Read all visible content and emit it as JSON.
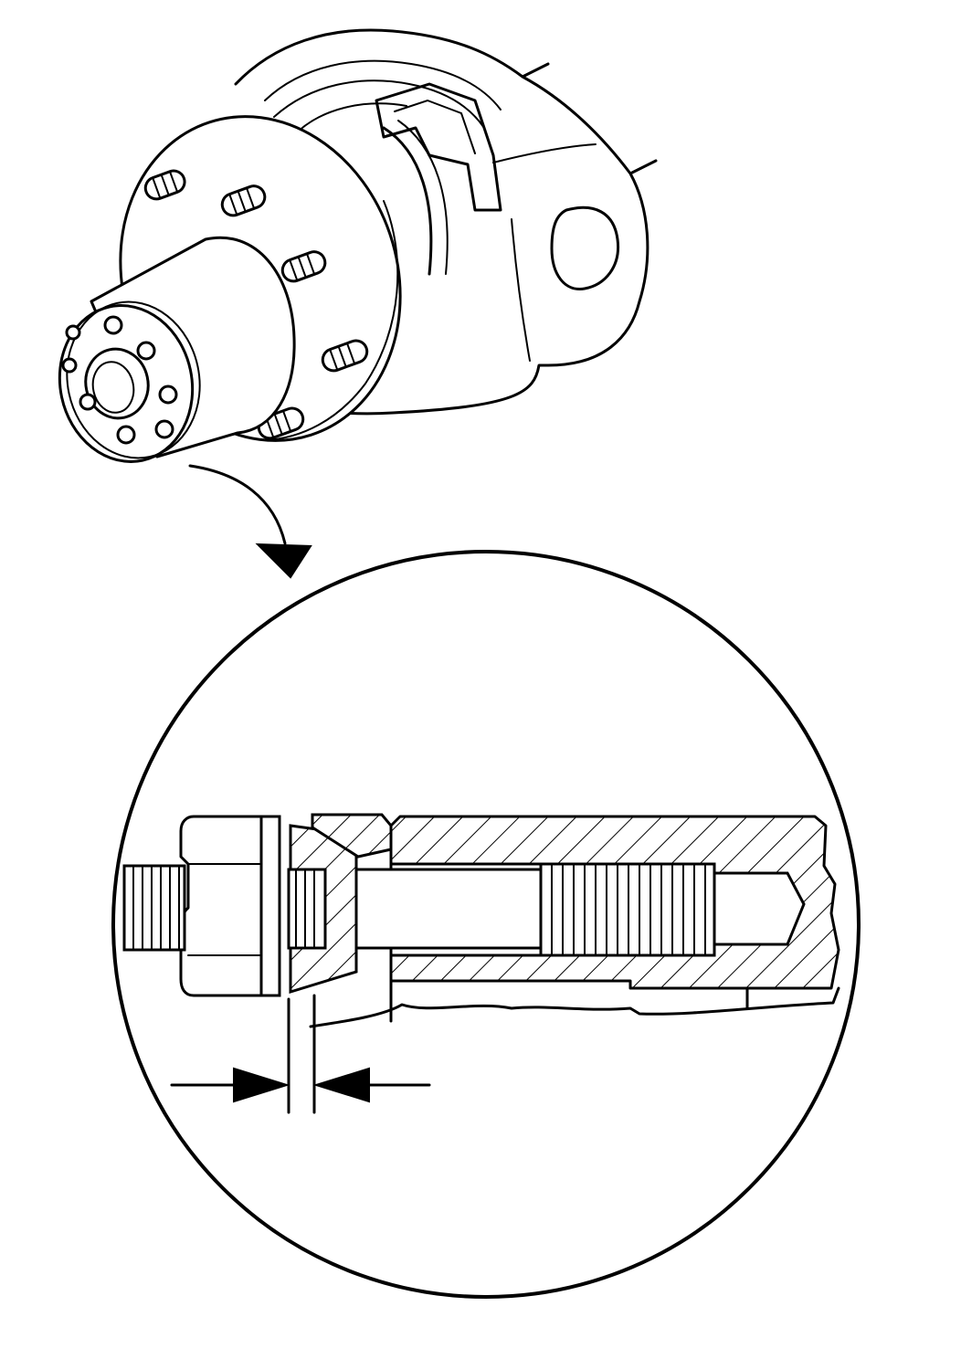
{
  "figure": {
    "kind": "technical-illustration",
    "subject_icon": "wheel-hub-with-studs",
    "detail_icon": "stud-and-cone-washer-cross-section",
    "line_color": "#000000",
    "background_color": "#ffffff",
    "hatch": "diagonal"
  }
}
